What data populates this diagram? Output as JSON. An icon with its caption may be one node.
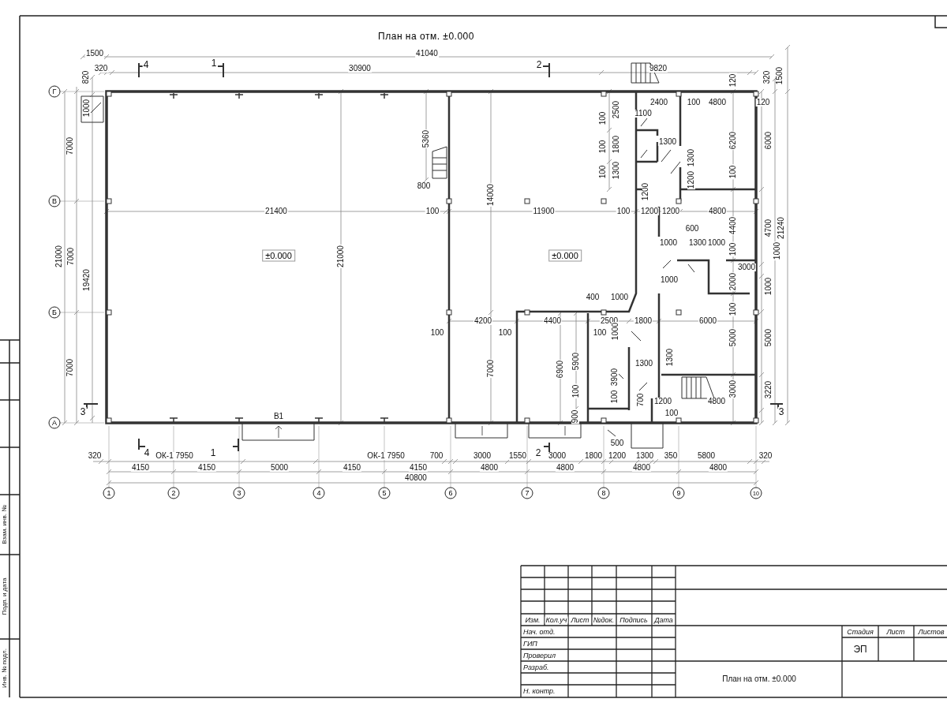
{
  "diagram": {
    "title": "План на отм. ±0.000",
    "nodes": [
      {
        "text": [
          "Г"
        ]
      },
      {
        "text": [
          "В"
        ]
      },
      {
        "text": [
          "Б"
        ]
      },
      {
        "text": [
          "А"
        ]
      },
      {
        "text": [
          "1"
        ]
      },
      {
        "text": [
          "2"
        ]
      },
      {
        "text": [
          "3"
        ]
      },
      {
        "text": [
          "4"
        ]
      },
      {
        "text": [
          "5"
        ]
      },
      {
        "text": [
          "6"
        ]
      },
      {
        "text": [
          "7"
        ]
      },
      {
        "text": [
          "8"
        ]
      },
      {
        "text": [
          "9"
        ]
      },
      {
        "text": [
          "10"
        ]
      },
      {
        "text": [
          "±0.000"
        ]
      },
      {
        "text": [
          "±0.000"
        ]
      }
    ],
    "labels": [
      "1500",
      "41040",
      "320",
      "4",
      "1",
      "30900",
      "2",
      "9820",
      "820",
      "120",
      "320",
      "1500",
      "1000",
      "2400",
      "100",
      "4800",
      "120",
      "1100",
      "100",
      "2500",
      "7000",
      "5360",
      "1300",
      "100",
      "1800",
      "6200",
      "6000",
      "1300",
      "100",
      "1300",
      "1200",
      "100",
      "800",
      "14000",
      "1200",
      "21400",
      "100",
      "11900",
      "100",
      "1200",
      "1200",
      "4800",
      "4400",
      "4700",
      "21240",
      "600",
      "1000",
      "1300",
      "1000",
      "21000",
      "7000",
      "21000",
      "100",
      "1000",
      "3000",
      "19420",
      "1000",
      "2000",
      "1000",
      "400",
      "1000",
      "100",
      "4200",
      "4400",
      "2500",
      "1800",
      "6000",
      "100",
      "100",
      "100",
      "1000",
      "5000",
      "5000",
      "1300",
      "1300",
      "7000",
      "7000",
      "6900",
      "5900",
      "3900",
      "100",
      "100",
      "3000",
      "3220",
      "700",
      "1200",
      "4800",
      "3",
      "100",
      "3",
      "В1",
      "900",
      "500",
      "320",
      "4",
      "ОК-1 7950",
      "1",
      "ОК-1 7950",
      "700",
      "3000",
      "1550",
      "2",
      "3000",
      "1800",
      "1200",
      "1300",
      "350",
      "5800",
      "320",
      "4150",
      "4150",
      "5000",
      "4150",
      "4150",
      "4800",
      "4800",
      "4800",
      "4800",
      "40800",
      "Взам. инв. №",
      "Подп. и дата",
      "Инв. № подл.",
      "Изм.",
      "Кол.уч",
      "Лист",
      "№док.",
      "Подпись",
      "Дата",
      "Нач. отд.",
      "ГИП",
      "Проверил",
      "Разраб.",
      "Н. контр.",
      "Стадия",
      "Лист",
      "Листов",
      "ЭП",
      "План на отм. ±0.000"
    ]
  }
}
